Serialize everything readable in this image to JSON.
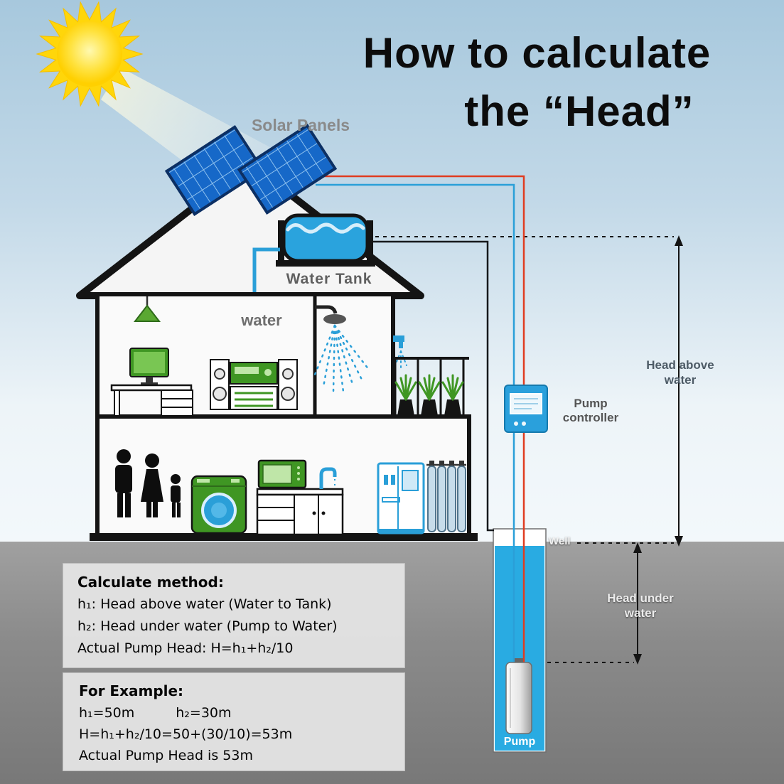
{
  "title": {
    "line1": "How to calculate",
    "line2": "the “Head”"
  },
  "labels": {
    "solar_panels": "Solar Panels",
    "water_tank": "Water Tank",
    "water": "water",
    "pump_controller_line1": "Pump",
    "pump_controller_line2": "controller",
    "well": "Well",
    "pump": "Pump",
    "head_above_line1": "Head above",
    "head_above_line2": "water",
    "head_under_line1": "Head under",
    "head_under_line2": "water"
  },
  "method": {
    "title": "Calculate method:",
    "lines": [
      "h₁: Head above water (Water to Tank)",
      "h₂: Head under water (Pump to Water)",
      "Actual Pump Head: H=h₁+h₂/10"
    ]
  },
  "example": {
    "title": "For Example:",
    "h1": "h₁=50m",
    "h2": "h₂=30m",
    "formula": "H=h₁+h₂/10=50+(30/10)=53m",
    "result": "Actual Pump Head is 53m"
  },
  "colors": {
    "accent_blue": "#29abe2",
    "panel_blue": "#1668c8",
    "wire_red": "#e03c20",
    "wire_blue": "#2a9fd8",
    "appliance_green": "#3f9623",
    "sun_yellow": "#ffd400",
    "ground_gray": "#8a8b8b"
  }
}
